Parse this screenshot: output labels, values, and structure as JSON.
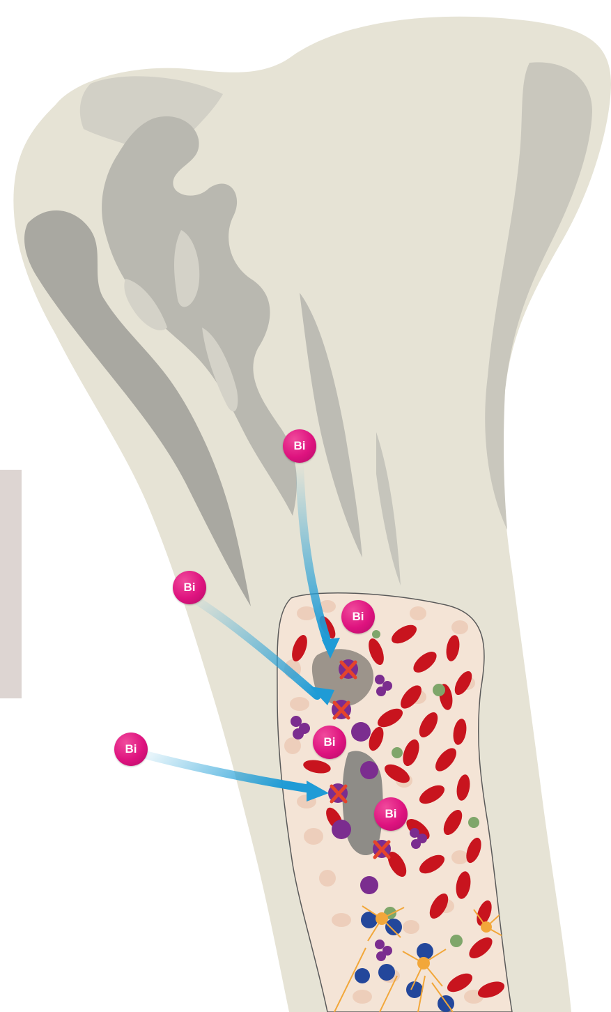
{
  "badges": [
    {
      "label": "Bi"
    },
    {
      "label": "Bi"
    },
    {
      "label": "Bi"
    },
    {
      "label": "Bi"
    },
    {
      "label": "Bi"
    },
    {
      "label": "Bi"
    }
  ],
  "colors": {
    "bone": "#e6e3d5",
    "bone_shadow": "#bdbcb4",
    "marrow": "#f4e4d6",
    "red_cell": "#c8141e",
    "badge": "#de137f",
    "arrow": "#2ea7d9",
    "osteoclast": "#7b2d8f",
    "panel": "#ddd5d2"
  }
}
